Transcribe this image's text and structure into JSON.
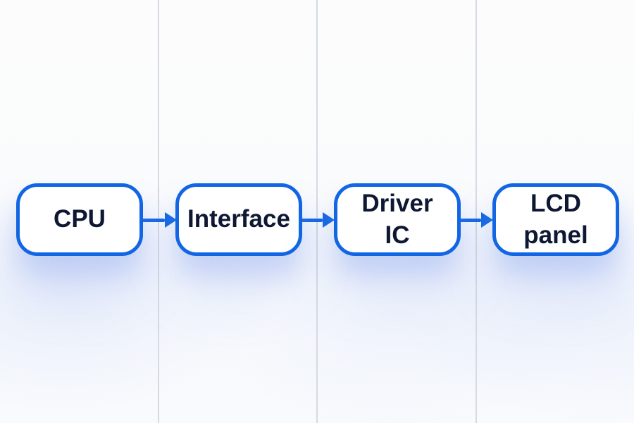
{
  "diagram": {
    "type": "flowchart",
    "direction": "left-to-right",
    "nodes": [
      {
        "id": "cpu",
        "label": "CPU"
      },
      {
        "id": "interface",
        "label": "Interface"
      },
      {
        "id": "driver-ic",
        "label": "Driver\nIC"
      },
      {
        "id": "lcd-panel",
        "label": "LCD\npanel"
      }
    ],
    "edges": [
      {
        "from": "cpu",
        "to": "interface",
        "style": "solid-right-arrow"
      },
      {
        "from": "interface",
        "to": "driver-ic",
        "style": "solid-right-arrow"
      },
      {
        "from": "driver-ic",
        "to": "lcd-panel",
        "style": "solid-right-arrow"
      }
    ],
    "colors": {
      "node_border": "#1266e3",
      "node_fill": "#ffffff",
      "node_text": "#0e1733",
      "arrow": "#1266e3",
      "background": "#fafbfc",
      "column_divider": "#d5dae3"
    }
  }
}
